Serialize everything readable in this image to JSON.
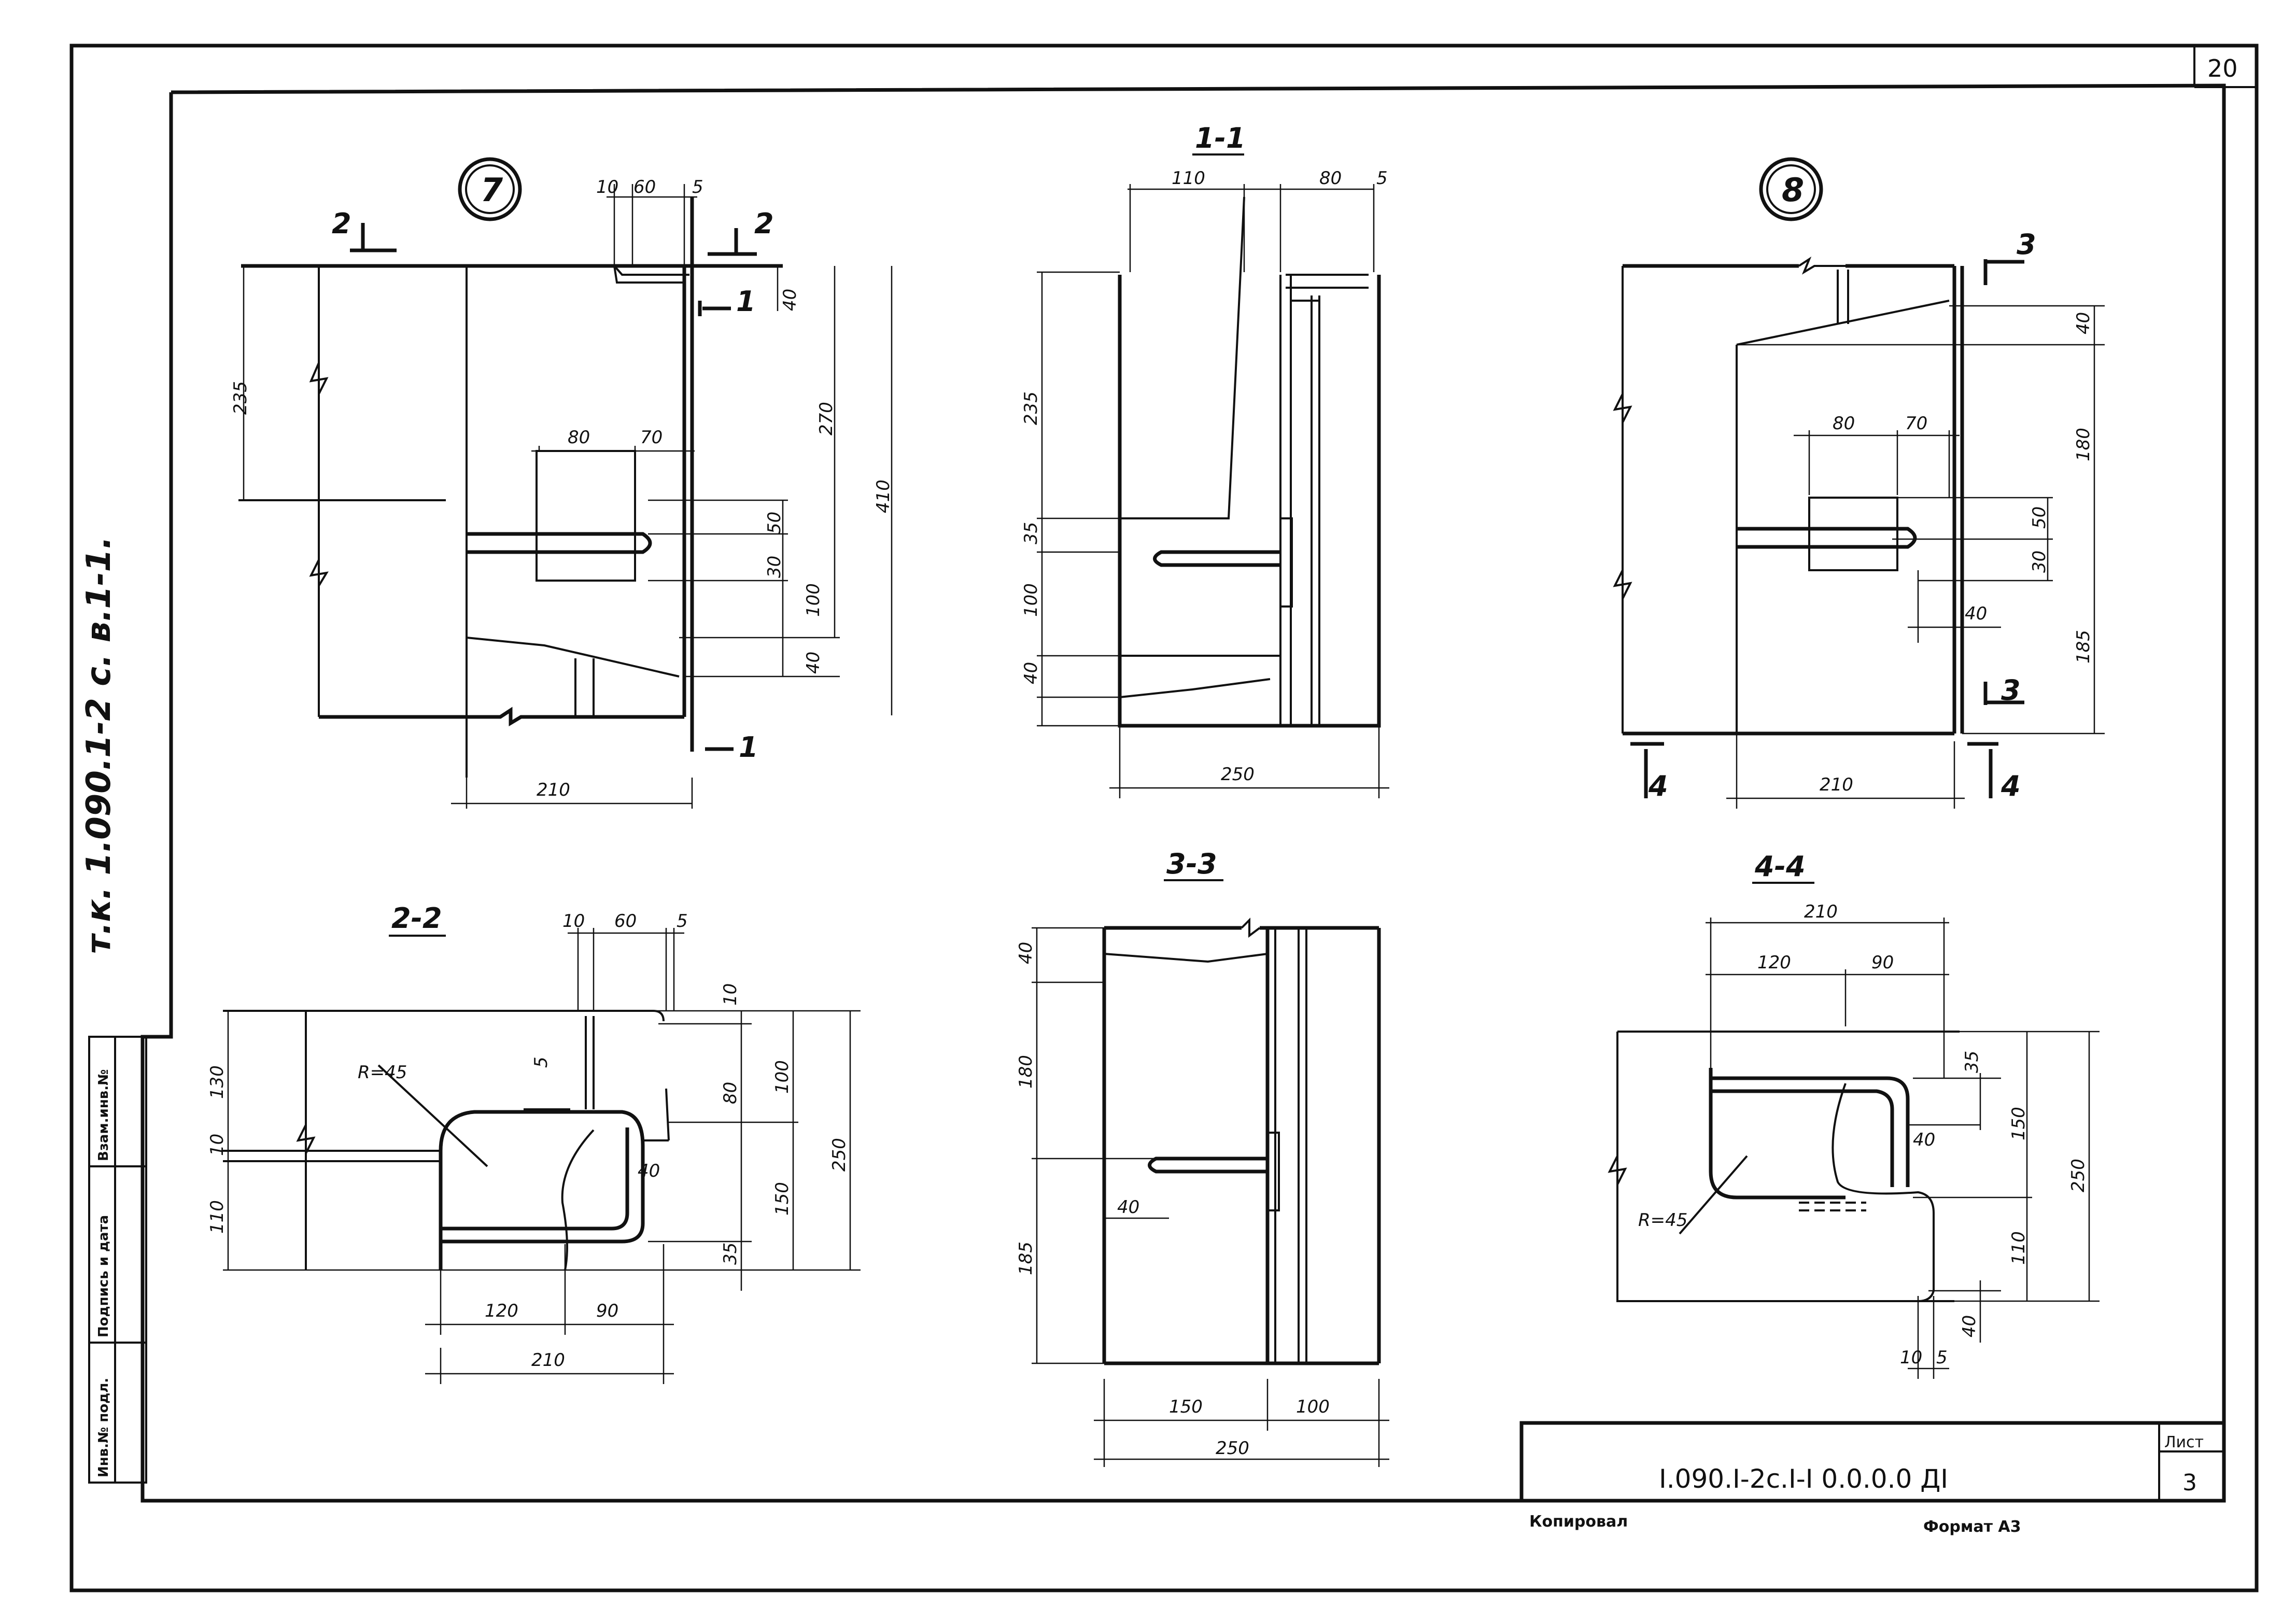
{
  "sheet": {
    "page_number": "20",
    "side_label": "т.к. 1.090.1-2 с. в.1-1.",
    "document_code": "I.090.I-2с.I-I 0.0.0.0 ДI",
    "sheet_label": "Лист",
    "sheet_number": "3",
    "copied_label": "Копировал",
    "format_label": "Формат А3",
    "stamp_cells": [
      "Инв.№ подл.",
      "Подпись и дата",
      "Взам.инв.№"
    ]
  },
  "views": {
    "node7": {
      "number": "7",
      "cut_marks": [
        "2",
        "2",
        "1",
        "1"
      ],
      "dims": [
        "10",
        "60",
        "5",
        "40",
        "235",
        "270",
        "410",
        "80",
        "70",
        "50",
        "30",
        "100",
        "40",
        "210"
      ]
    },
    "section11": {
      "title": "1-1",
      "dims": [
        "110",
        "80",
        "5",
        "235",
        "35",
        "100",
        "40",
        "250"
      ]
    },
    "node8": {
      "number": "8",
      "cut_marks": [
        "3",
        "3",
        "4",
        "4"
      ],
      "dims": [
        "40",
        "180",
        "80",
        "70",
        "50",
        "30",
        "40",
        "185",
        "210"
      ]
    },
    "section22": {
      "title": "2-2",
      "radius": "R=45",
      "dims": [
        "10",
        "60",
        "5",
        "130",
        "10",
        "110",
        "5",
        "10",
        "100",
        "80",
        "250",
        "40",
        "150",
        "35",
        "120",
        "90",
        "210"
      ]
    },
    "section33": {
      "title": "3-3",
      "dims": [
        "40",
        "180",
        "40",
        "185",
        "150",
        "100",
        "250"
      ]
    },
    "section44": {
      "title": "4-4",
      "radius": "R=45",
      "dims": [
        "210",
        "120",
        "90",
        "35",
        "40",
        "150",
        "250",
        "110",
        "40",
        "10",
        "5"
      ]
    }
  }
}
